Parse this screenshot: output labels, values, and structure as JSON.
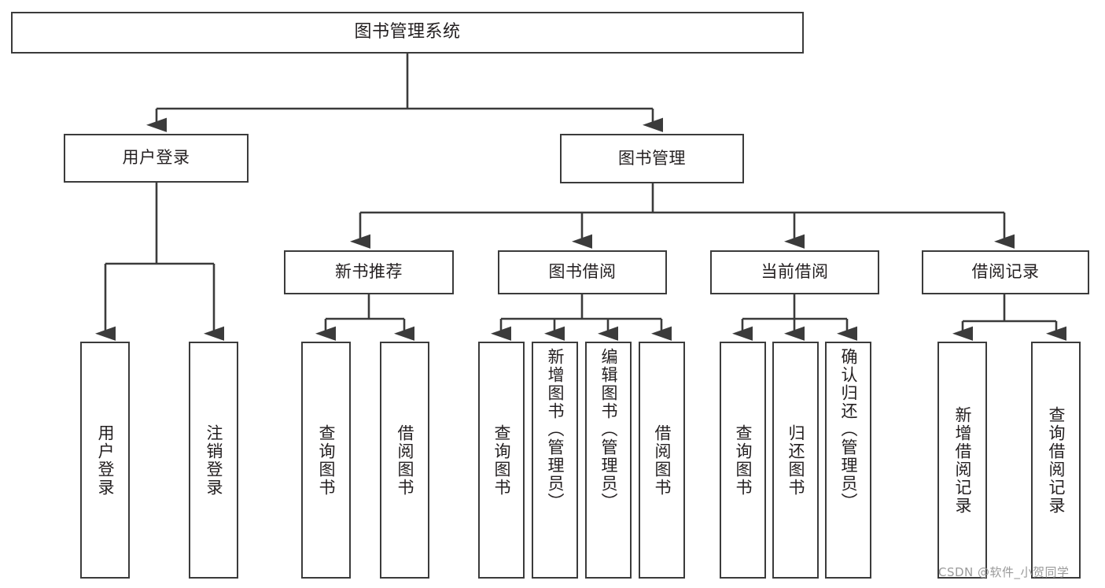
{
  "diagram": {
    "type": "tree-hierarchy",
    "title": "图书管理系统",
    "root": {
      "label": "图书管理系统"
    },
    "level1": [
      {
        "label": "用户登录"
      },
      {
        "label": "图书管理"
      }
    ],
    "level2": [
      {
        "label": "新书推荐"
      },
      {
        "label": "图书借阅"
      },
      {
        "label": "当前借阅"
      },
      {
        "label": "借阅记录"
      }
    ],
    "leaves": {
      "user_login": [
        {
          "label": "用户登录"
        },
        {
          "label": "注销登录"
        }
      ],
      "new_book_recommend": [
        {
          "label": "查询图书"
        },
        {
          "label": "借阅图书"
        }
      ],
      "book_borrow": [
        {
          "label": "查询图书"
        },
        {
          "label": "新增图书（管理员）"
        },
        {
          "label": "编辑图书（管理员）"
        },
        {
          "label": "借阅图书"
        }
      ],
      "current_borrow": [
        {
          "label": "查询图书"
        },
        {
          "label": "归还图书"
        },
        {
          "label": "确认归还（管理员）"
        }
      ],
      "borrow_record": [
        {
          "label": "新增借阅记录"
        },
        {
          "label": "查询借阅记录"
        }
      ]
    }
  },
  "watermark": {
    "text": "CSDN @软件_小贺同学"
  },
  "colors": {
    "stroke": "#3b3b3b",
    "background": "#ffffff",
    "text": "#231f20",
    "watermark": "#9a9a9a"
  }
}
